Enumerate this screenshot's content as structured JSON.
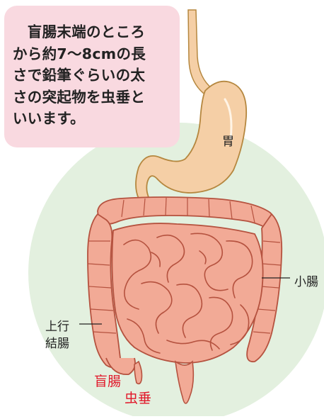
{
  "callout": {
    "lines": [
      "　盲腸末端のところ",
      "から約7〜8cmの長",
      "さで鉛筆ぐらいの太",
      "さの突起物を虫垂と",
      "いいます。"
    ]
  },
  "labels": {
    "stomach": "胃",
    "small_intestine": "小腸",
    "ascending_colon_line1": "上行",
    "ascending_colon_line2": "結腸",
    "cecum": "盲腸",
    "appendix": "虫垂"
  },
  "colors": {
    "background_circle": "#e3f0df",
    "callout_bg": "#f9d9e0",
    "organ_fill": "#f2aa96",
    "organ_stroke": "#b5523f",
    "stomach_fill": "#f5cfa6",
    "highlight_label": "#e1182a"
  }
}
